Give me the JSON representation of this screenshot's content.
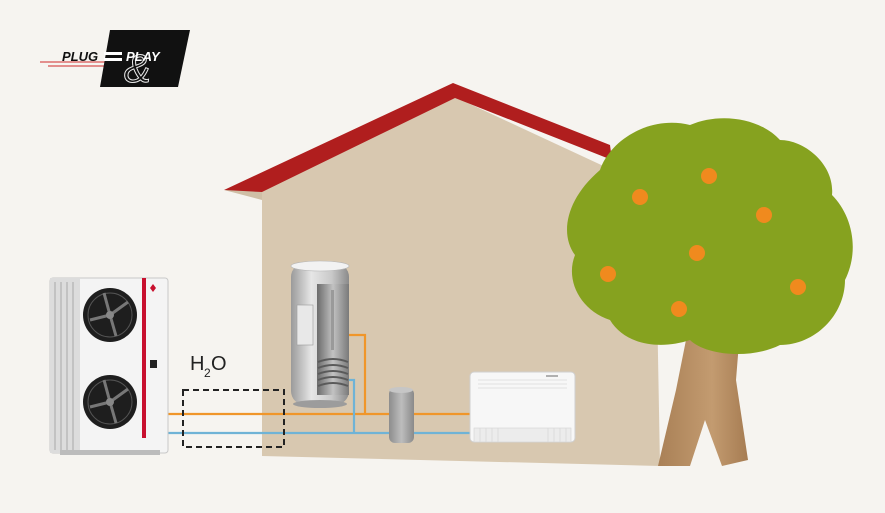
{
  "logo": {
    "word_plug": "PLUG",
    "word_amp": "&",
    "word_play": "PLAY"
  },
  "labels": {
    "h": "H",
    "sub": "2",
    "o": "O"
  },
  "colors": {
    "background": "#f6f4f0",
    "house_wall": "#d8c8b0",
    "roof": "#b01e1e",
    "hot_pipe": "#f0962a",
    "cold_pipe": "#6fb3d6",
    "foliage": "#86a21f",
    "fruit": "#f08a1e",
    "trunk": "#b89066",
    "logo_black": "#111111",
    "logo_red": "#d02a2a"
  },
  "icons": {
    "outdoor_unit": "heat-pump-outdoor-unit-icon",
    "tank": "hot-water-cylinder-icon",
    "buffer": "buffer-tank-icon",
    "indoor_unit": "fan-coil-unit-icon",
    "tree": "orange-tree-icon"
  }
}
